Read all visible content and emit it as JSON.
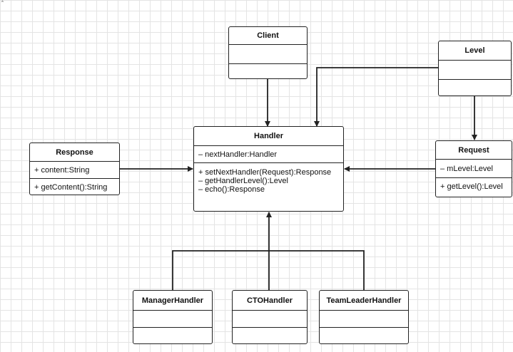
{
  "corner_mark": "ˆ",
  "classes": {
    "client": {
      "name": "Client",
      "attributes": [],
      "operations": []
    },
    "level": {
      "name": "Level",
      "attributes": [],
      "operations": []
    },
    "handler": {
      "name": "Handler",
      "attributes": [
        "– nextHandler:Handler"
      ],
      "operations": [
        "+ setNextHandler(Request):Response",
        "– getHandlerLevel():Level",
        "– echo():Response"
      ]
    },
    "response": {
      "name": "Response",
      "attributes": [
        "+ content:String"
      ],
      "operations": [
        "+ getContent():String"
      ]
    },
    "request": {
      "name": "Request",
      "attributes": [
        "– mLevel:Level"
      ],
      "operations": [
        "+ getLevel():Level"
      ]
    },
    "manager_handler": {
      "name": "ManagerHandler",
      "attributes": [],
      "operations": []
    },
    "cto_handler": {
      "name": "CTOHandler",
      "attributes": [],
      "operations": []
    },
    "teamleader_handler": {
      "name": "TeamLeaderHandler",
      "attributes": [],
      "operations": []
    }
  },
  "relationships": [
    {
      "from": "Client",
      "to": "Handler",
      "type": "association"
    },
    {
      "from": "Level",
      "to": "Handler",
      "type": "association"
    },
    {
      "from": "Level",
      "to": "Request",
      "type": "association"
    },
    {
      "from": "Response",
      "to": "Handler",
      "type": "association"
    },
    {
      "from": "Request",
      "to": "Handler",
      "type": "association"
    },
    {
      "from": "ManagerHandler",
      "to": "Handler",
      "type": "generalization"
    },
    {
      "from": "CTOHandler",
      "to": "Handler",
      "type": "generalization"
    },
    {
      "from": "TeamLeaderHandler",
      "to": "Handler",
      "type": "generalization"
    }
  ]
}
